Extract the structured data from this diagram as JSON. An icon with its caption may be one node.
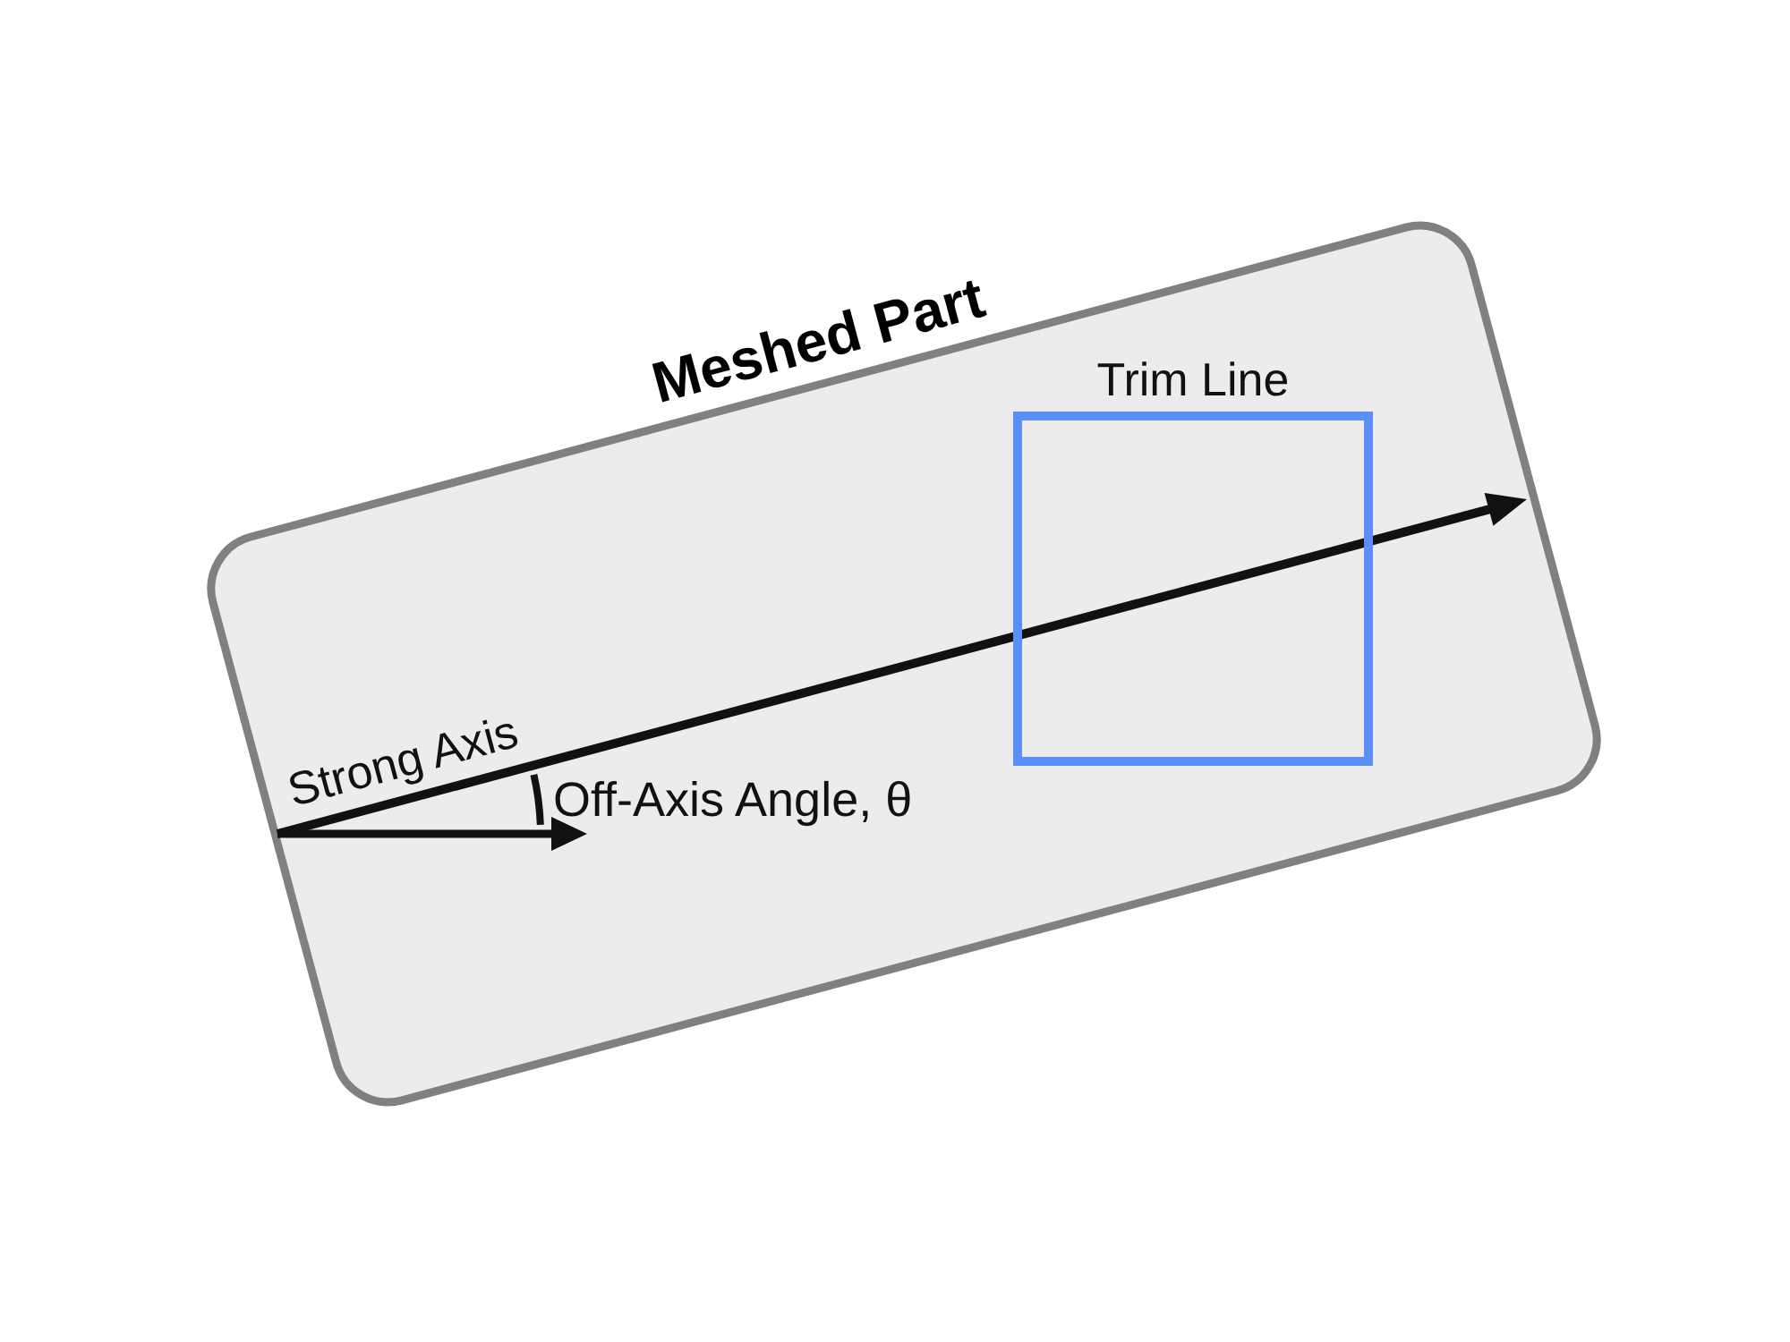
{
  "diagram": {
    "nodes": [
      {
        "text": [
          "Meshed Part"
        ]
      },
      {
        "text": [
          "Trim Line"
        ],
        "in": 0
      }
    ],
    "labels": [
      "Strong Axis",
      "Off-Axis Angle, θ"
    ]
  }
}
